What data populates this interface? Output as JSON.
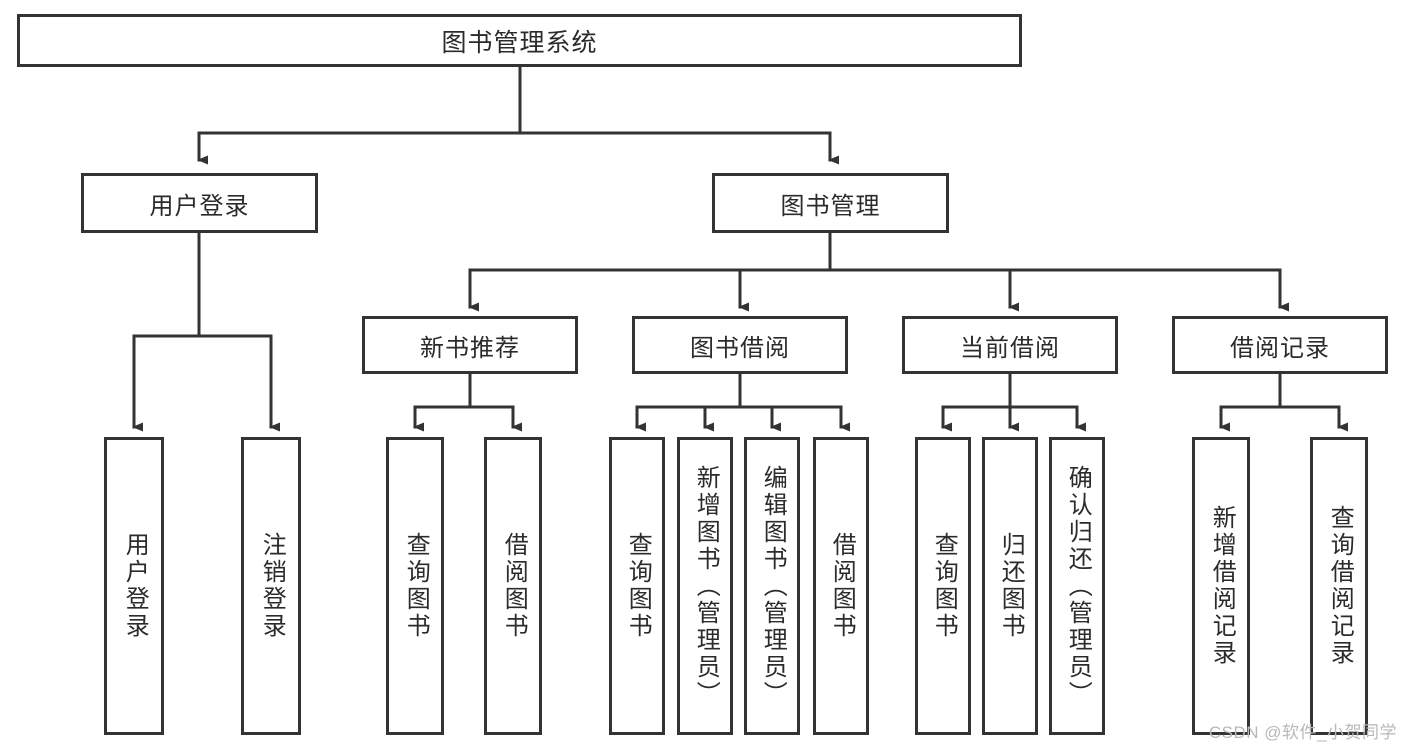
{
  "diagram": {
    "title": "图书管理系统",
    "type": "tree-hierarchy-chart",
    "root": {
      "id": "root",
      "label": "图书管理系统"
    },
    "level2": [
      {
        "id": "user-login",
        "label": "用户登录"
      },
      {
        "id": "book-manage",
        "label": "图书管理"
      }
    ],
    "level3": [
      {
        "id": "new-book-rec",
        "label": "新书推荐",
        "parent": "book-manage"
      },
      {
        "id": "book-borrow",
        "label": "图书借阅",
        "parent": "book-manage"
      },
      {
        "id": "current-borrow",
        "label": "当前借阅",
        "parent": "book-manage"
      },
      {
        "id": "borrow-record",
        "label": "借阅记录",
        "parent": "book-manage"
      }
    ],
    "leaves": [
      {
        "id": "leaf-user-login",
        "label": "用户登录",
        "parent": "user-login"
      },
      {
        "id": "leaf-logout",
        "label": "注销登录",
        "parent": "user-login"
      },
      {
        "id": "leaf-query-book-1",
        "label": "查询图书",
        "parent": "new-book-rec"
      },
      {
        "id": "leaf-borrow-book-1",
        "label": "借阅图书",
        "parent": "new-book-rec"
      },
      {
        "id": "leaf-query-book-2",
        "label": "查询图书",
        "parent": "book-borrow"
      },
      {
        "id": "leaf-add-book",
        "label": "新增图书（管理员）",
        "parent": "book-borrow"
      },
      {
        "id": "leaf-edit-book",
        "label": "编辑图书（管理员）",
        "parent": "book-borrow"
      },
      {
        "id": "leaf-borrow-book-2",
        "label": "借阅图书",
        "parent": "book-borrow"
      },
      {
        "id": "leaf-query-book-3",
        "label": "查询图书",
        "parent": "current-borrow"
      },
      {
        "id": "leaf-return-book",
        "label": "归还图书",
        "parent": "current-borrow"
      },
      {
        "id": "leaf-confirm-return",
        "label": "确认归还（管理员）",
        "parent": "current-borrow"
      },
      {
        "id": "leaf-add-record",
        "label": "新增借阅记录",
        "parent": "borrow-record"
      },
      {
        "id": "leaf-query-record",
        "label": "查询借阅记录",
        "parent": "borrow-record"
      }
    ],
    "watermark": "CSDN @软件_小贺同学",
    "colors": {
      "border": "#333333",
      "node_fill": "#ffffff",
      "text": "#2b2b2b",
      "background": "#ffffff",
      "watermark": "#b8b8b8"
    }
  }
}
